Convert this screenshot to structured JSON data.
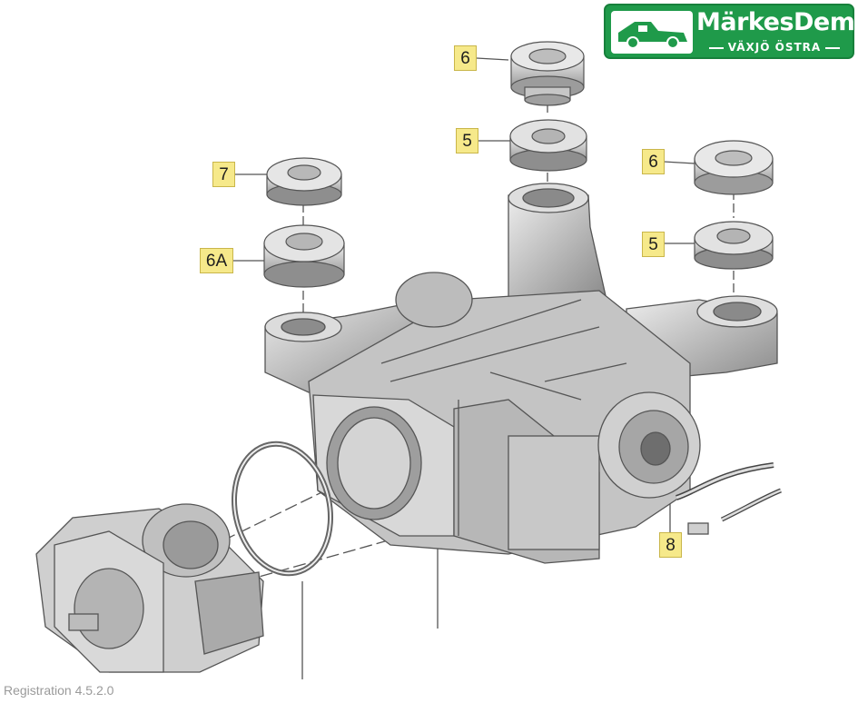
{
  "logo": {
    "brand": "MärkesDemo",
    "subtitle": "VÄXJÖ ÖSTRA",
    "car_color": "#1f9a4a",
    "bg_color": "#1f9a4a"
  },
  "callouts": [
    {
      "id": "c6-top",
      "label": "6"
    },
    {
      "id": "c5-top",
      "label": "5"
    },
    {
      "id": "c7",
      "label": "7"
    },
    {
      "id": "c6a",
      "label": "6A"
    },
    {
      "id": "c6-right",
      "label": "6"
    },
    {
      "id": "c5-right",
      "label": "5"
    },
    {
      "id": "c8",
      "label": "8"
    }
  ],
  "footer": {
    "text": "Registration 4.5.2.0"
  },
  "colors": {
    "callout_fill": "#f6e98a",
    "callout_border": "#c9b64a",
    "part_gray": "#d2d2d2",
    "outline": "#555555"
  }
}
